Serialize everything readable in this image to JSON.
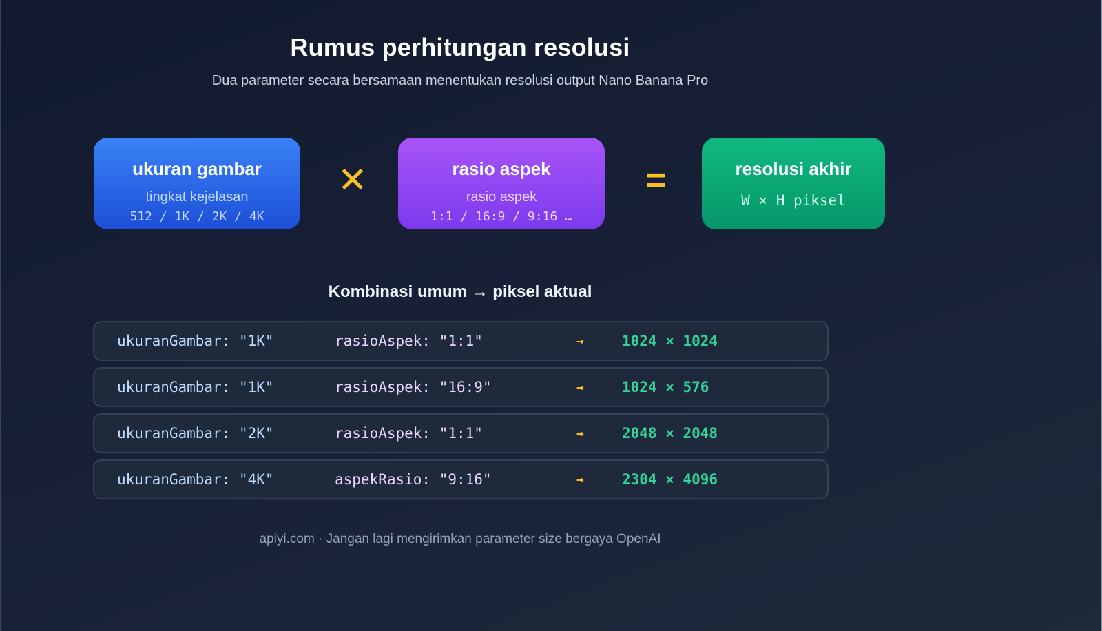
{
  "header": {
    "title": "Rumus perhitungan resolusi",
    "subtitle": "Dua parameter secara bersamaan menentukan resolusi output Nano Banana Pro"
  },
  "formula": {
    "image_size": {
      "title": "ukuran gambar",
      "subtitle": "tingkat kejelasan",
      "values": "512 / 1K / 2K / 4K",
      "color": "#3b82f6"
    },
    "operator_multiply": "✕",
    "aspect_ratio": {
      "title": "rasio aspek",
      "subtitle": "rasio aspek",
      "values": "1:1 / 16:9 / 9:16 …",
      "color": "#a855f7"
    },
    "operator_equals": "=",
    "result": {
      "title": "resolusi akhir",
      "values": "W × H piksel",
      "color": "#10b981"
    }
  },
  "combinations": {
    "title": "Kombinasi umum → piksel aktual",
    "rows": [
      {
        "size": "ukuranGambar: \"1K\"",
        "ratio": "rasioAspek: \"1:1\"",
        "arrow": "→",
        "result": "1024 × 1024"
      },
      {
        "size": "ukuranGambar: \"1K\"",
        "ratio": "rasioAspek: \"16:9\"",
        "arrow": "→",
        "result": "1024 × 576"
      },
      {
        "size": "ukuranGambar: \"2K\"",
        "ratio": "rasioAspek: \"1:1\"",
        "arrow": "→",
        "result": "2048 × 2048"
      },
      {
        "size": "ukuranGambar: \"4K\"",
        "ratio": "aspekRasio: \"9:16\"",
        "arrow": "→",
        "result": "2304 × 4096"
      }
    ]
  },
  "footer": {
    "text": "apiyi.com · Jangan lagi mengirimkan parameter size bergaya OpenAI"
  },
  "colors": {
    "accent_operator": "#fbbf24",
    "result_text": "#34d399",
    "background": "#172036"
  }
}
